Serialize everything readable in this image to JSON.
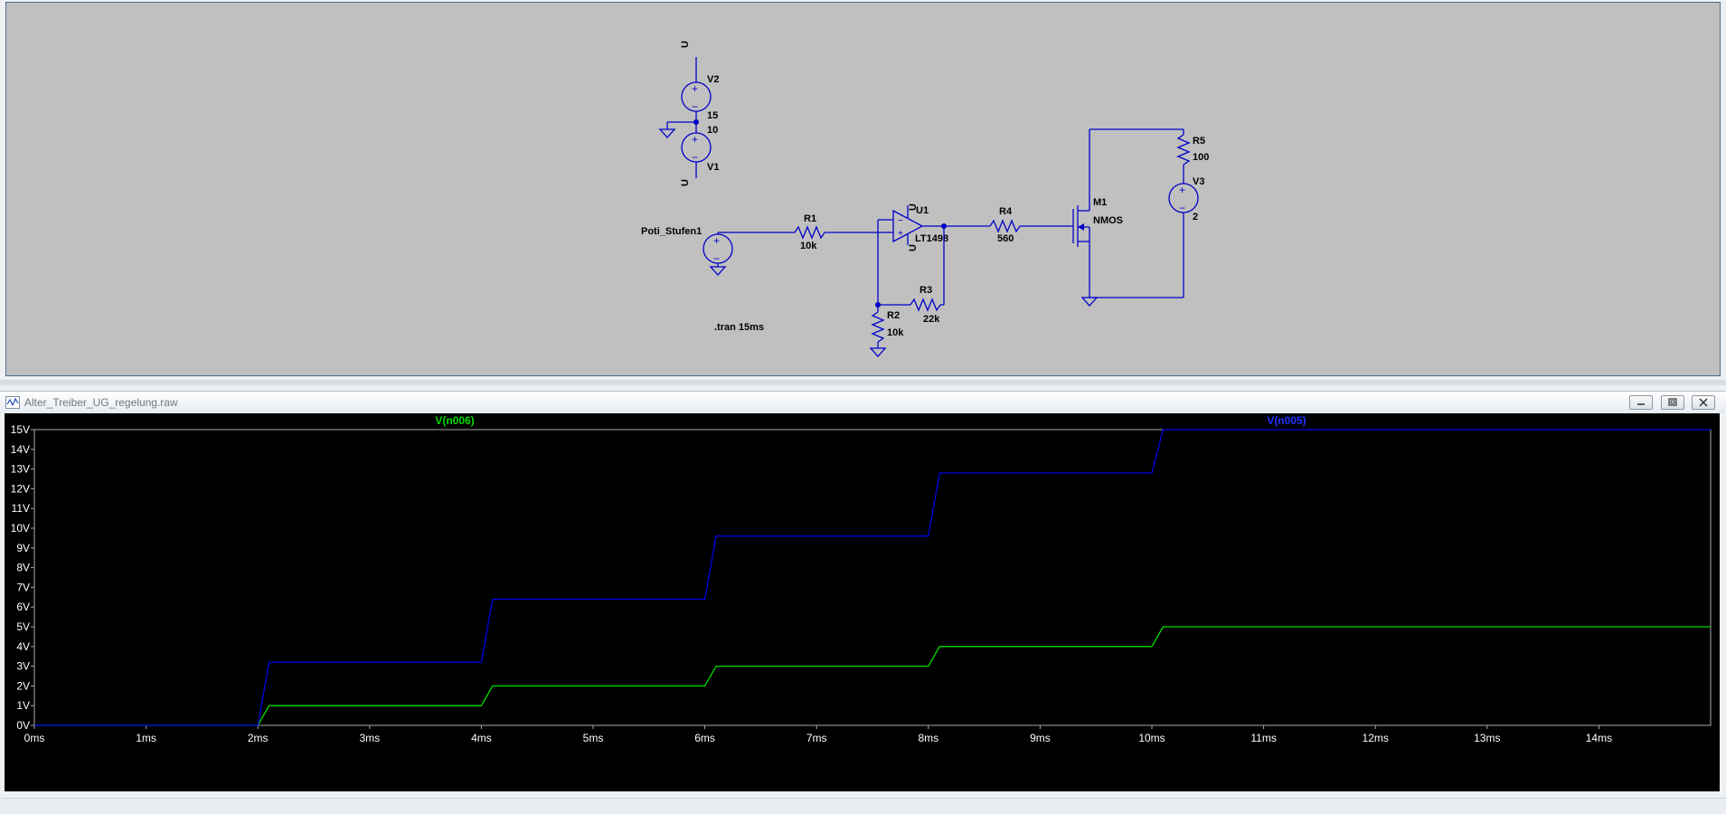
{
  "schematic": {
    "labels": {
      "v2": "V2",
      "v2_value": "15",
      "v1": "V1",
      "v1_value": "10",
      "source_name": "Poti_Stufen1",
      "r1": "R1",
      "r1_value": "10k",
      "u1": "U1",
      "u1_model": "LT1498",
      "r4": "R4",
      "r4_value": "560",
      "m1": "M1",
      "m1_model": "NMOS",
      "r5": "R5",
      "r5_value": "100",
      "v3": "V3",
      "v3_value": "2",
      "r3": "R3",
      "r3_value": "22k",
      "r2": "R2",
      "r2_value": "10k",
      "directive": ".tran 15ms",
      "u_label": "U"
    }
  },
  "plot_window": {
    "title": "Alter_Treiber_UG_regelung.raw"
  },
  "chart_data": {
    "type": "line",
    "xlabel": "",
    "ylabel": "",
    "xlim": [
      0,
      15
    ],
    "ylim": [
      0,
      15
    ],
    "x_ticks": [
      "0ms",
      "1ms",
      "2ms",
      "3ms",
      "4ms",
      "5ms",
      "6ms",
      "7ms",
      "8ms",
      "9ms",
      "10ms",
      "11ms",
      "12ms",
      "13ms",
      "14ms"
    ],
    "y_ticks": [
      "0V",
      "1V",
      "2V",
      "3V",
      "4V",
      "5V",
      "6V",
      "7V",
      "8V",
      "9V",
      "10V",
      "11V",
      "12V",
      "13V",
      "14V",
      "15V"
    ],
    "grid": false,
    "series": [
      {
        "name": "V(n006)",
        "color": "#00dd00",
        "x": [
          0,
          2.0,
          2.1,
          4.0,
          4.1,
          6.0,
          6.1,
          8.0,
          8.1,
          10.0,
          10.1,
          15.0
        ],
        "y": [
          0,
          0,
          1,
          1,
          2,
          2,
          3,
          3,
          4,
          4,
          5,
          5
        ]
      },
      {
        "name": "V(n005)",
        "color": "#0000e6",
        "x": [
          0,
          2.0,
          2.1,
          4.0,
          4.1,
          6.0,
          6.1,
          8.0,
          8.1,
          10.0,
          10.1,
          15.0
        ],
        "y": [
          0,
          0,
          3.2,
          3.2,
          6.4,
          6.4,
          9.6,
          9.6,
          12.8,
          12.8,
          15,
          15
        ]
      }
    ]
  }
}
